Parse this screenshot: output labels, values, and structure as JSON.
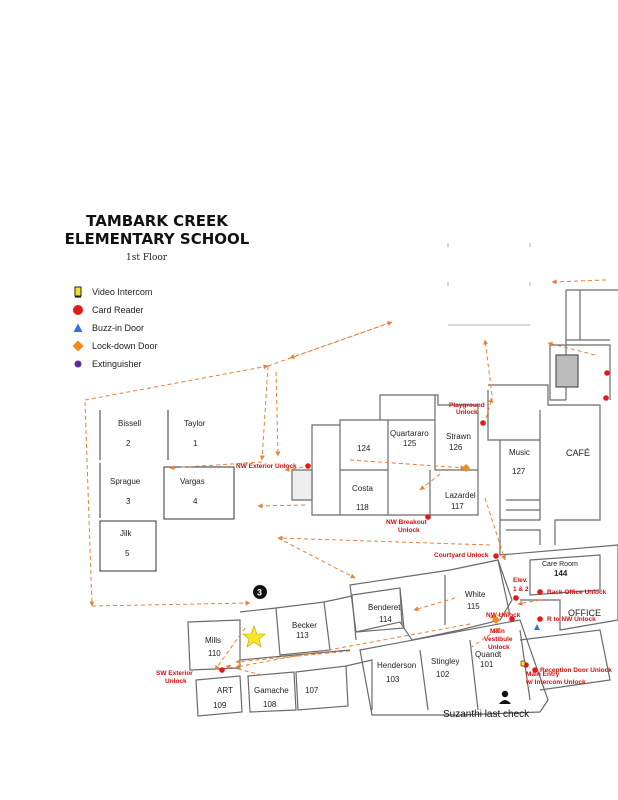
{
  "header": {
    "title_line1": "TAMBARK CREEK",
    "title_line2": "ELEMENTARY SCHOOL",
    "floor": "1st Floor"
  },
  "legend": [
    {
      "label": "Video Intercom",
      "icon": "video-intercom-icon",
      "color": "#f2e12a"
    },
    {
      "label": "Card Reader",
      "icon": "card-reader-icon",
      "color": "#e11a1a"
    },
    {
      "label": "Buzz-in Door",
      "icon": "buzz-in-door-icon",
      "color": "#3b6fd0"
    },
    {
      "label": "Lock-down Door",
      "icon": "lock-down-door-icon",
      "color": "#f08a1c"
    },
    {
      "label": "Extinguisher",
      "icon": "extinguisher-icon",
      "color": "#5a2ca0"
    }
  ],
  "portables": [
    {
      "name": "Bissell",
      "num": "2"
    },
    {
      "name": "Taylor",
      "num": "1"
    },
    {
      "name": "Sprague",
      "num": "3"
    },
    {
      "name": "Vargas",
      "num": "4"
    },
    {
      "name": "Jilk",
      "num": "5"
    }
  ],
  "rooms": {
    "r124": "124",
    "quartararo": "Quartararo",
    "r125": "125",
    "strawn": "Strawn",
    "r126": "126",
    "costa": "Costa",
    "r118": "118",
    "lazardel": "Lazardel",
    "r117": "117",
    "music": "Music",
    "r127": "127",
    "cafe": "CAFÉ",
    "care_room": "Care Room",
    "r144": "144",
    "office": "OFFICE",
    "white": "White",
    "r115": "115",
    "benderet": "Benderet",
    "r114": "114",
    "becker": "Becker",
    "r113": "113",
    "mills": "Mills",
    "r110": "110",
    "art": "ART",
    "r109": "109",
    "gamache": "Gamache",
    "r108": "108",
    "r107": "107",
    "henderson": "Henderson",
    "r103": "103",
    "stingley": "Stingley",
    "r102": "102",
    "quandt": "Quandt",
    "r101": "101"
  },
  "unlock_labels": {
    "nw_exterior": "NW Exterior Unlock",
    "playground_1": "Playground",
    "playground_2": "Unlock",
    "nw_breakout_1": "NW Breakout",
    "nw_breakout_2": "Unlock",
    "courtyard": "Courtyard Unlock",
    "elev_1": "Elev.",
    "elev_2": "1 & 2",
    "back_office": "Back Office Unlock",
    "nw_unlock": "NW Unlock",
    "rto_nw": "R to NW Unlock",
    "main_vestibule_1": "Main",
    "main_vestibule_2": "Vestibule",
    "main_vestibule_3": "Unlock",
    "reception": "Reception Door Unlock",
    "sw_exterior_1": "SW Exterior",
    "sw_exterior_2": "Unlock",
    "main_entry_1": "Main Entry",
    "main_entry_2": "w/ Intercom Unlock"
  },
  "marker_number": "3",
  "note": "Suzanthi last check",
  "colors": {
    "route": "#e8803a",
    "red": "#d01010",
    "walls": "#6b6b6b",
    "star": "#f6e52a"
  }
}
